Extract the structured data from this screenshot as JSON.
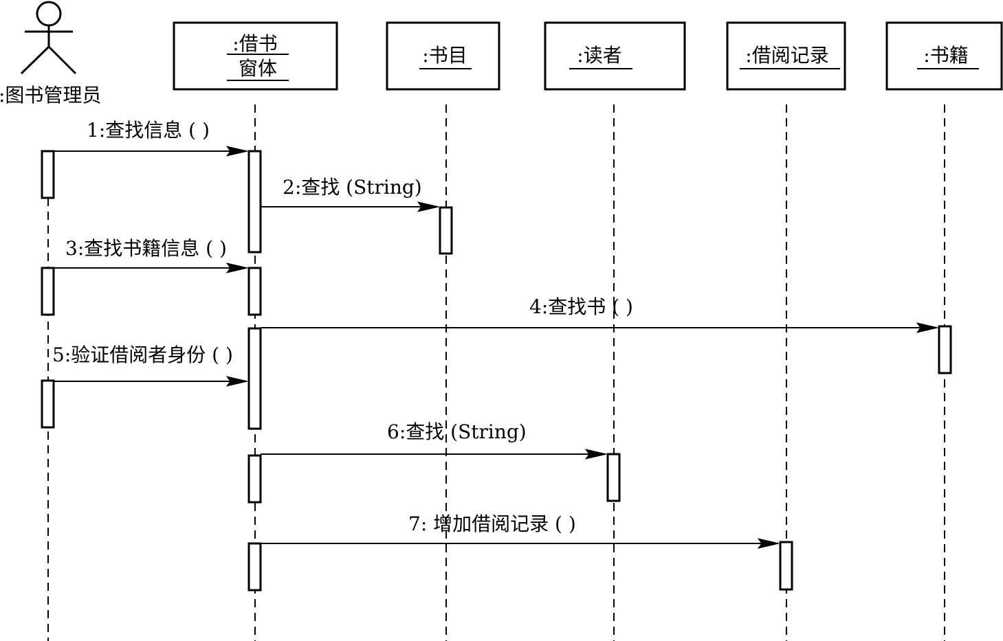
{
  "actor": {
    "name": ":图书管理员",
    "icon": "stick-figure-actor-icon"
  },
  "participants": [
    {
      "id": "form",
      "lines": [
        ":借书",
        "窗体"
      ]
    },
    {
      "id": "catalog",
      "lines": [
        ":书目"
      ]
    },
    {
      "id": "reader",
      "lines": [
        ":读者"
      ]
    },
    {
      "id": "record",
      "lines": [
        ":借阅记录"
      ]
    },
    {
      "id": "book",
      "lines": [
        ":书籍"
      ]
    }
  ],
  "messages": [
    {
      "label": "1:查找信息 ( )",
      "from": "actor",
      "to": "form"
    },
    {
      "label": "2:查找 (String)",
      "from": "form",
      "to": "catalog"
    },
    {
      "label": "3:查找书籍信息 ( )",
      "from": "actor",
      "to": "form"
    },
    {
      "label": "4:查找书 ( )",
      "from": "form",
      "to": "book"
    },
    {
      "label": "5:验证借阅者身份 ( )",
      "from": "actor",
      "to": "form"
    },
    {
      "label": "6:查找 (String)",
      "from": "form",
      "to": "reader"
    },
    {
      "label": "7: 增加借阅记录 ( )",
      "from": "form",
      "to": "record"
    }
  ]
}
